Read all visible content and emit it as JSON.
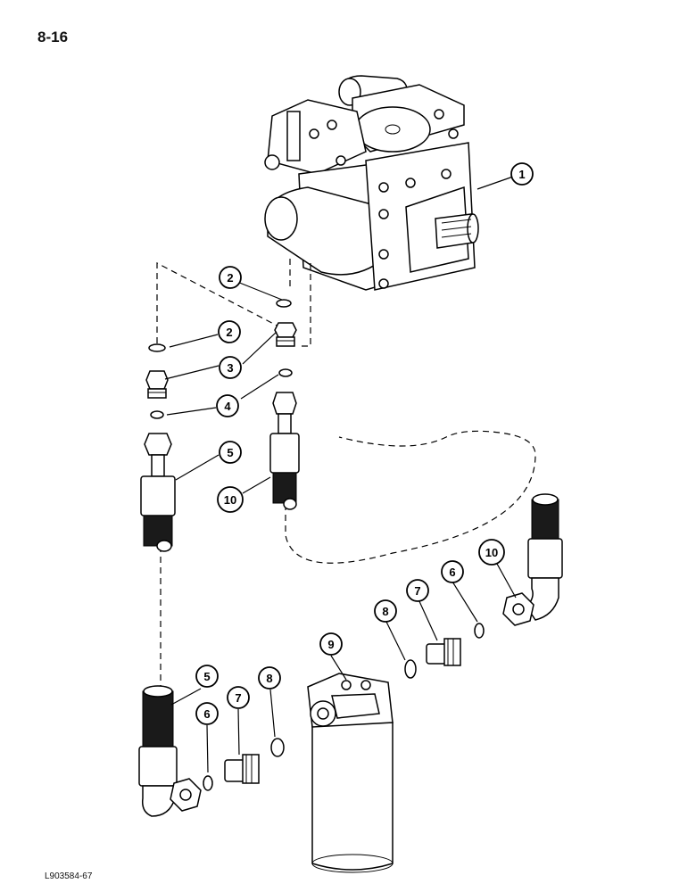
{
  "page": {
    "number": "8-16",
    "figure_code": "L903584-67"
  },
  "callouts": [
    {
      "id": "c1",
      "label": "1"
    },
    {
      "id": "c2a",
      "label": "2"
    },
    {
      "id": "c2b",
      "label": "2"
    },
    {
      "id": "c3",
      "label": "3"
    },
    {
      "id": "c4",
      "label": "4"
    },
    {
      "id": "c5a",
      "label": "5"
    },
    {
      "id": "c10a",
      "label": "10"
    },
    {
      "id": "c10b",
      "label": "10"
    },
    {
      "id": "c6a",
      "label": "6"
    },
    {
      "id": "c7a",
      "label": "7"
    },
    {
      "id": "c8a",
      "label": "8"
    },
    {
      "id": "c9",
      "label": "9"
    },
    {
      "id": "c5b",
      "label": "5"
    },
    {
      "id": "c6b",
      "label": "6"
    },
    {
      "id": "c7b",
      "label": "7"
    },
    {
      "id": "c8b",
      "label": "8"
    }
  ]
}
